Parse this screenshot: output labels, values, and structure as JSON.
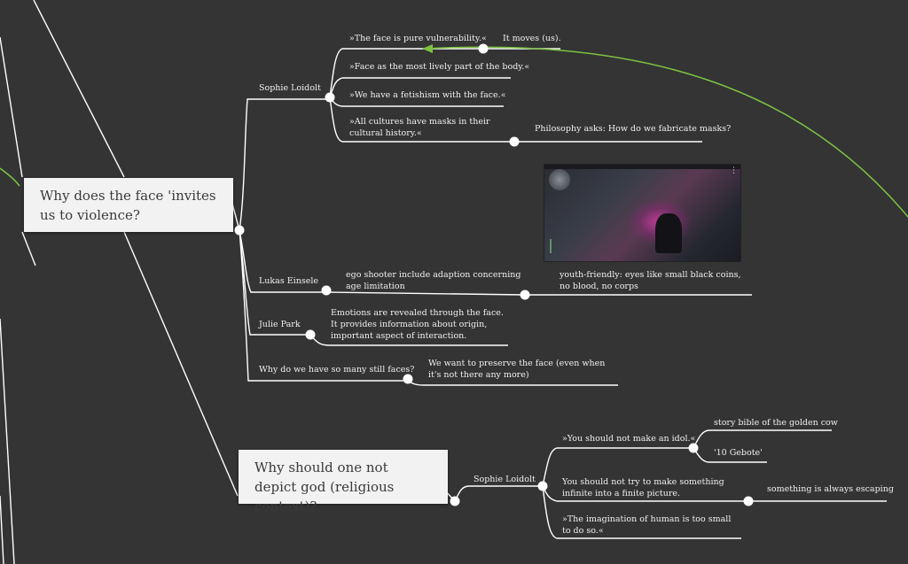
{
  "colors": {
    "background": "#343434",
    "line": "#ffffff",
    "relation": "#7cc242",
    "topic_box": "#f2f2f2"
  },
  "topics": {
    "face": {
      "title": "Why does the face 'invites us to violence?",
      "branches": {
        "sophie": {
          "label": "Sophie Loidolt",
          "items": [
            "»The face is pure vulnerability.«",
            "»Face as the most lively part of the body.«",
            "»We have a fetishism with the face.«",
            "»All cultures have masks in their cultural history.«"
          ],
          "item0_child": "It moves (us).",
          "item3_child": "Philosophy asks: How do we fabricate masks?"
        },
        "lukas": {
          "label": "Lukas Einsele",
          "child": "ego shooter include adaption concerning age limitation",
          "grandchild": "youth-friendly: eyes like small black coins, no blood, no corps",
          "image_icon": "game-screenshot-image"
        },
        "julie": {
          "label": "Julie Park",
          "child": "Emotions are revealed through the face. It provides information about origin, important aspect of  interaction."
        },
        "still": {
          "label": "Why do we have so many still faces?",
          "child": "We want to preserve the face (even when it's not there any more)"
        }
      }
    },
    "god": {
      "title": "Why should one not depict god (religious context)?",
      "branches": {
        "sophie": {
          "label": "Sophie Loidolt",
          "items": [
            "»You should not make an idol.«",
            "You should not try to make something infinite into a finite picture.",
            "»The imagination of human is too small to do so.«"
          ],
          "item0_children": [
            "story bible of the golden cow",
            "'10 Gebote'"
          ],
          "item1_child": "something is always escaping"
        }
      }
    }
  }
}
